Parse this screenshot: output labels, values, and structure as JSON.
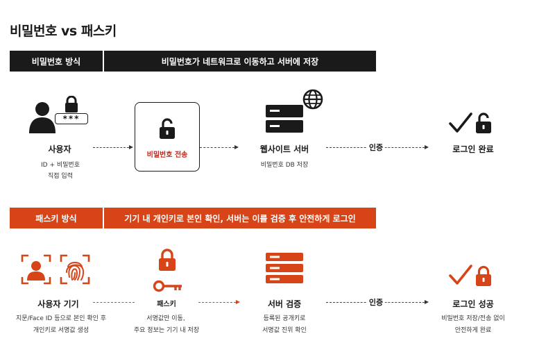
{
  "title": "비밀번호 vs 패스키",
  "colors": {
    "dark": "#1a1a1a",
    "accent": "#d64418",
    "red_text": "#c0281a"
  },
  "password_section": {
    "band_label": "비밀번호 방식",
    "band_desc": "비밀번호가 네트워크로 이동하고 서버에 저장",
    "user": {
      "label": "사용자",
      "sub1": "ID + 비밀번호",
      "sub2": "직접 입력",
      "icons": [
        "user-icon",
        "lock-icon",
        "password-field-icon"
      ],
      "password_mask": "***"
    },
    "transfer": {
      "label": "비밀번호 전송",
      "icon": "unlocked-padlock-icon"
    },
    "server": {
      "label": "웹사이트 서버",
      "sub1": "비밀번호 DB 저장",
      "icons": [
        "server-icon",
        "globe-icon"
      ]
    },
    "auth_label": "인증",
    "result": {
      "label": "로그인 완료",
      "icons": [
        "checkmark-icon",
        "unlocked-padlock-icon"
      ]
    }
  },
  "passkey_section": {
    "band_label": "패스키 방식",
    "band_desc": "기기 내 개인키로 본인 확인, 서버는 이를 검증 후 안전하게 로그인",
    "device": {
      "label": "사용자 기기",
      "sub1": "지문/Face ID 등으로 본인 확인 후",
      "sub2": "개인키로 서명값 생성",
      "icons": [
        "face-scan-icon",
        "fingerprint-icon"
      ]
    },
    "passkey": {
      "label": "패스키",
      "sub1": "서명값만 이동,",
      "sub2": "주요 정보는 기기 내 저장",
      "icons": [
        "padlock-icon",
        "key-icon"
      ]
    },
    "server": {
      "label": "서버 검증",
      "sub1": "등록된 공개키로",
      "sub2": "서명값 진위 확인",
      "icons": [
        "server-icon"
      ]
    },
    "auth_label": "인증",
    "result": {
      "label": "로그인 성공",
      "sub1": "비밀번호 저장/전송 없이",
      "sub2": "안전하게 완료",
      "icons": [
        "checkmark-icon",
        "padlock-icon"
      ]
    }
  }
}
